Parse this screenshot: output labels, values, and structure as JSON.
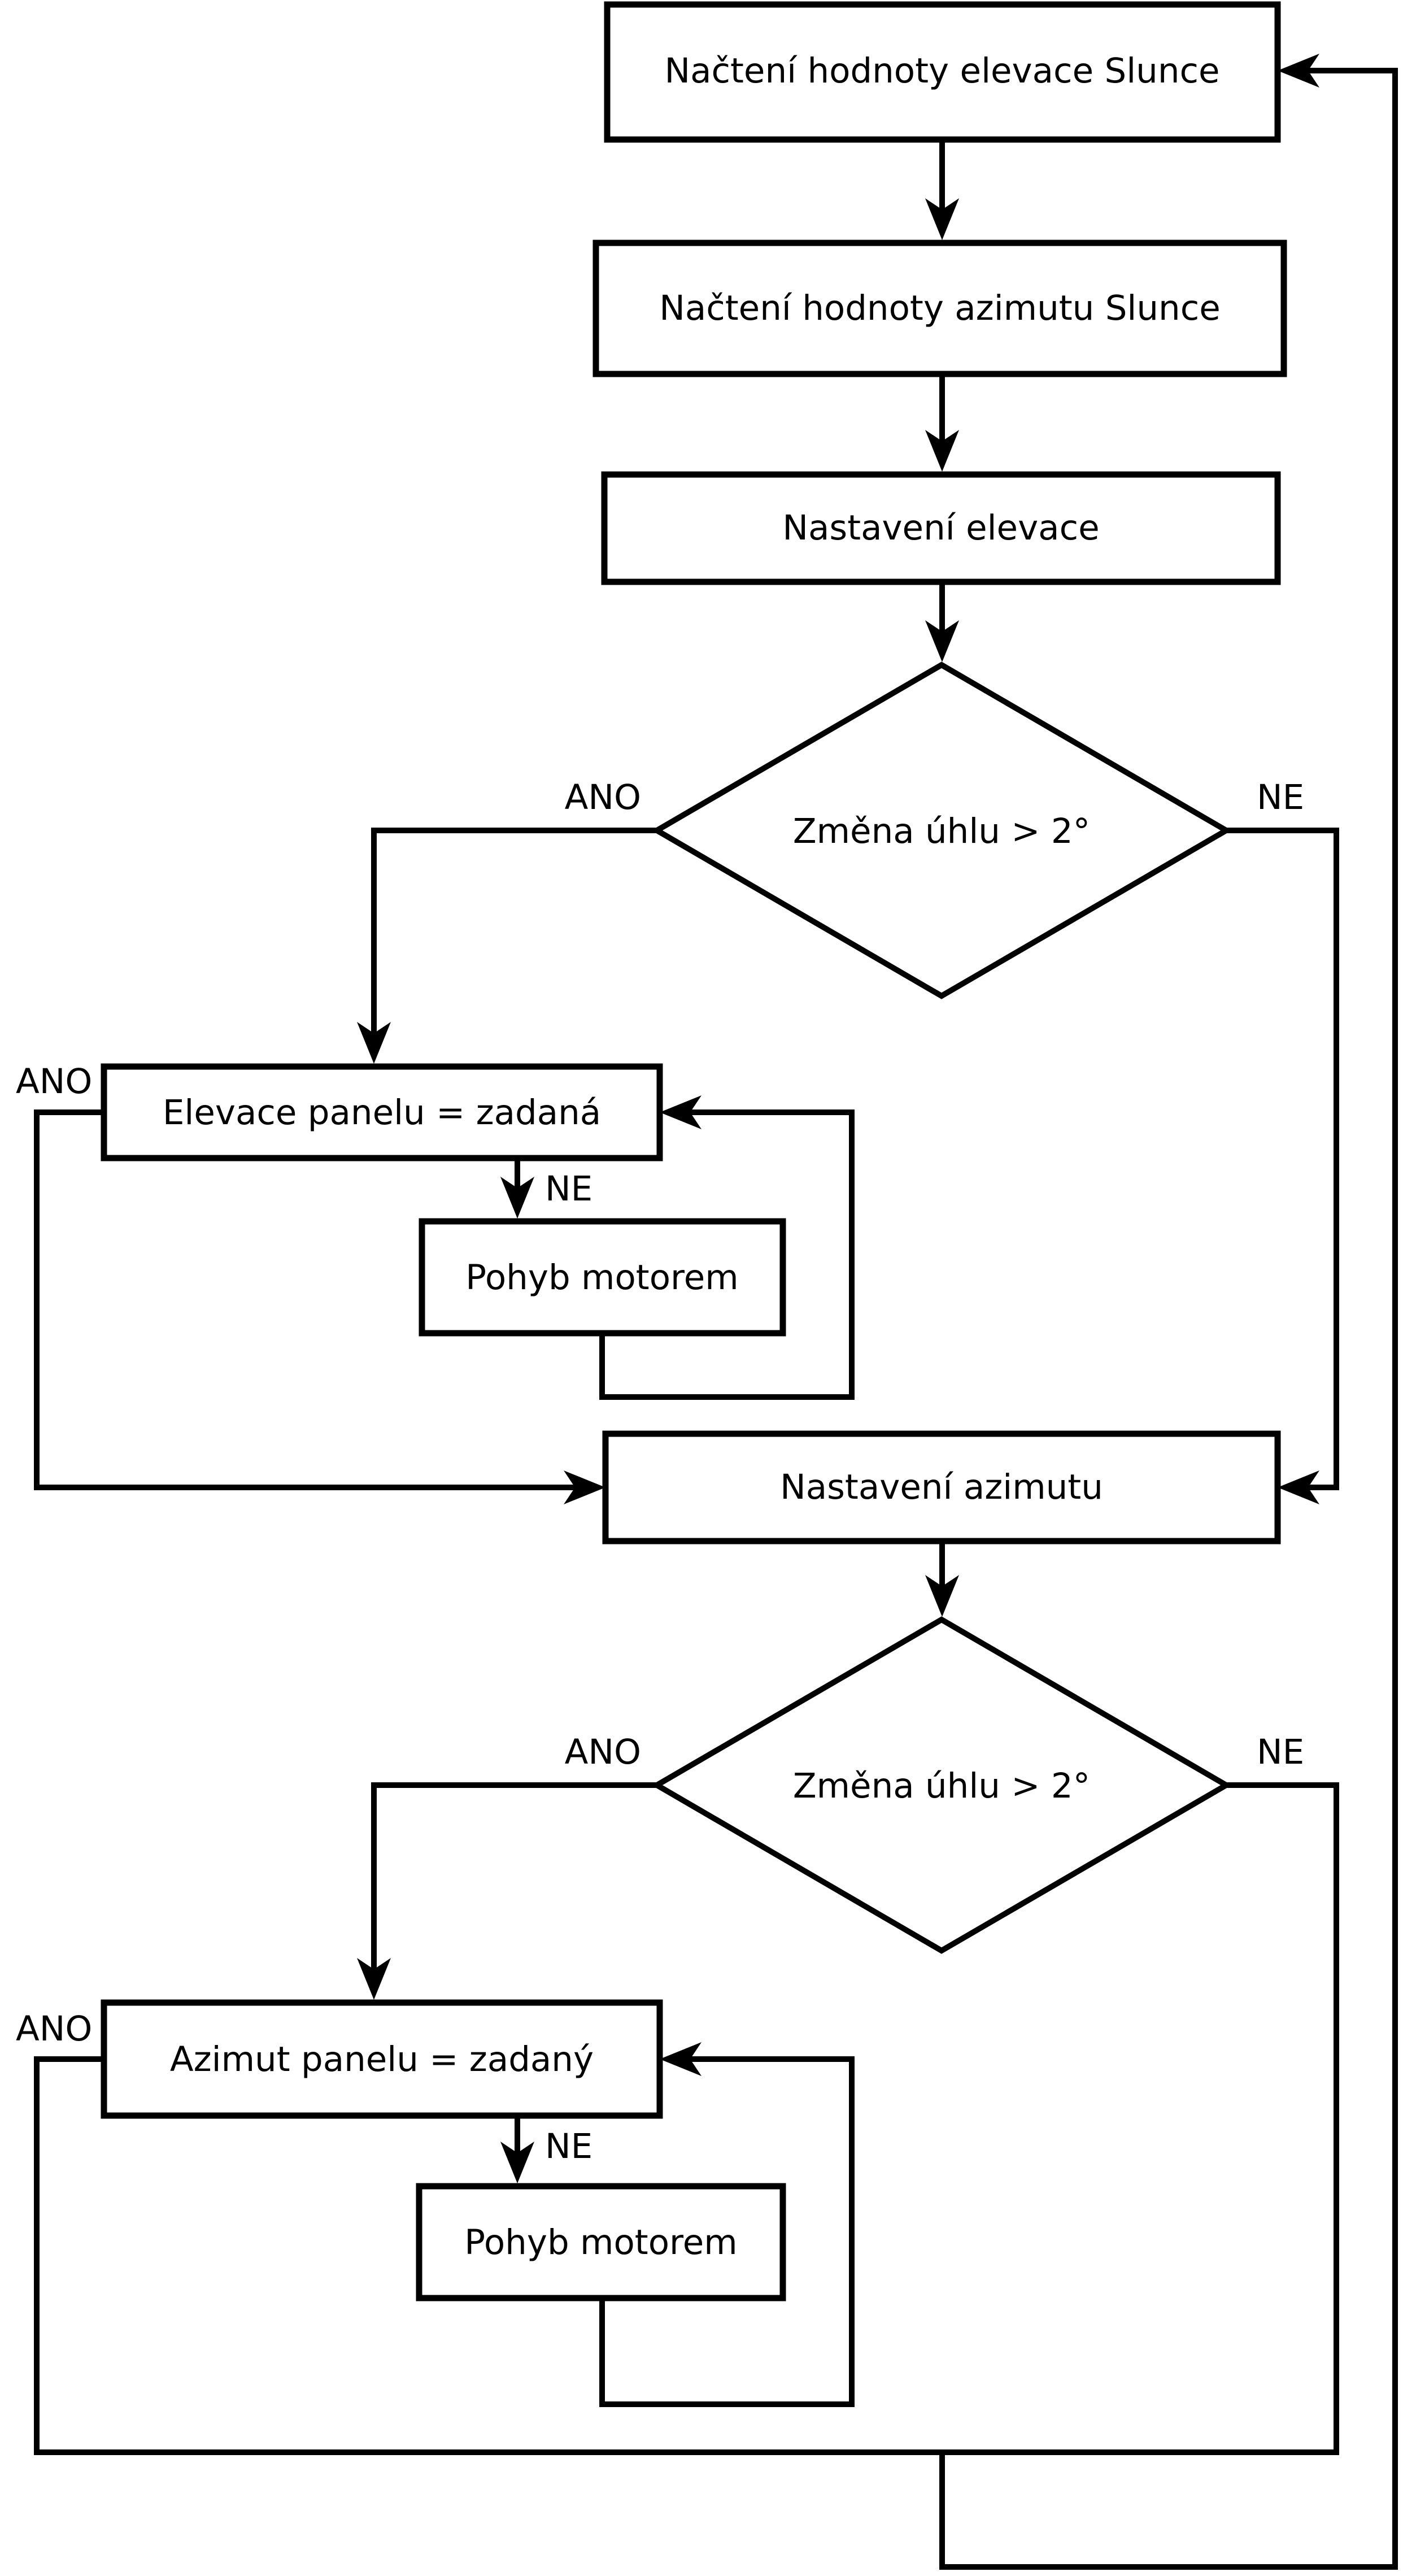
{
  "diagram": {
    "title": "Solar tracker control loop flowchart",
    "background_color": "#ffffff",
    "stroke_color": "#000000",
    "nodes": {
      "read_elevation": {
        "label": "Načtení hodnoty elevace Slunce",
        "type": "process"
      },
      "read_azimuth": {
        "label": "Načtení hodnoty azimutu Slunce",
        "type": "process"
      },
      "set_elevation": {
        "label": "Nastavení elevace",
        "type": "process"
      },
      "decision_elevation": {
        "label": "Změna úhlu > 2°",
        "type": "decision"
      },
      "elevation_equal": {
        "label": "Elevace panelu = zadaná",
        "type": "process"
      },
      "motor_elevation": {
        "label": "Pohyb motorem",
        "type": "process"
      },
      "set_azimuth": {
        "label": "Nastavení azimutu",
        "type": "process"
      },
      "decision_azimuth": {
        "label": "Změna úhlu > 2°",
        "type": "decision"
      },
      "azimuth_equal": {
        "label": "Azimut panelu = zadaný",
        "type": "process"
      },
      "motor_azimuth": {
        "label": "Pohyb motorem",
        "type": "process"
      }
    },
    "edge_labels": {
      "decision_elevation_yes": "ANO",
      "decision_elevation_no": "NE",
      "elevation_equal_yes": "ANO",
      "elevation_equal_no": "NE",
      "decision_azimuth_yes": "ANO",
      "decision_azimuth_no": "NE",
      "azimuth_equal_yes": "ANO",
      "azimuth_equal_no": "NE"
    }
  }
}
